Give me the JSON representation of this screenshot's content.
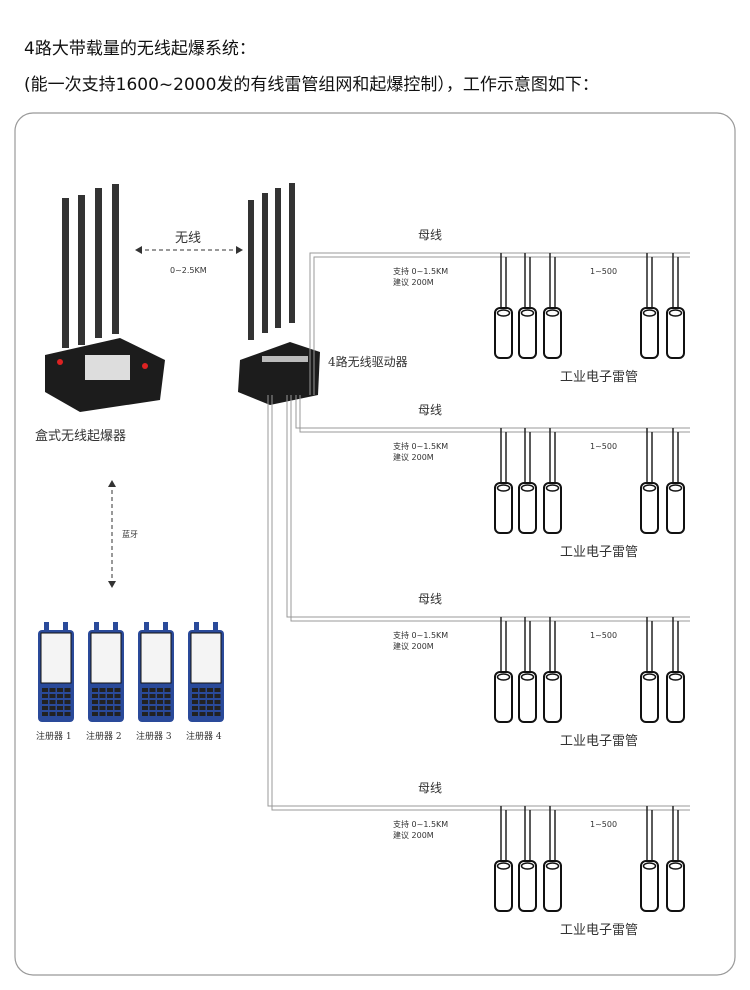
{
  "header": {
    "line1": "4路大带载量的无线起爆系统：",
    "line2": "(能一次支持1600~2000发的有线雷管组网和起爆控制），工作示意图如下："
  },
  "diagram": {
    "wireless_label": "无线",
    "wireless_range": "0~2.5KM",
    "exploder_label": "盒式无线起爆器",
    "driver_label": "4路无线驱动器",
    "bluetooth_label": "蓝牙",
    "registers": [
      "注册器 1",
      "注册器 2",
      "注册器 3",
      "注册器 4"
    ],
    "buses": [
      {
        "name": "母线",
        "support": "支持 0~1.5KM",
        "advice": "建议 200M",
        "count": "1~500",
        "detonator_label": "工业电子雷管"
      },
      {
        "name": "母线",
        "support": "支持 0~1.5KM",
        "advice": "建议 200M",
        "count": "1~500",
        "detonator_label": "工业电子雷管"
      },
      {
        "name": "母线",
        "support": "支持 0~1.5KM",
        "advice": "建议 200M",
        "count": "1~500",
        "detonator_label": "工业电子雷管"
      },
      {
        "name": "母线",
        "support": "支持 0~1.5KM",
        "advice": "建议 200M",
        "count": "1~500",
        "detonator_label": "工业电子雷管"
      }
    ],
    "colors": {
      "device": "#222222",
      "register_blue": "#2a4a9a",
      "bus": "#888888"
    }
  }
}
